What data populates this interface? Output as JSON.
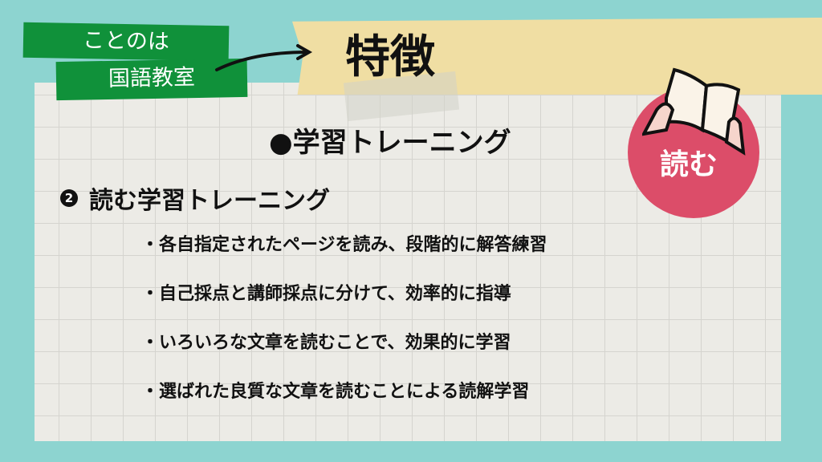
{
  "brand": {
    "line1": "ことのは",
    "line2": "国語教室"
  },
  "title": "特徴",
  "section_heading": "●学習トレーニング",
  "subsection": {
    "number": "2",
    "label": "読む学習トレーニング"
  },
  "bullets": [
    "・各自指定されたページを読み、段階的に解答練習",
    "・自己採点と講師採点に分けて、効率的に指導",
    "・いろいろな文章を読むことで、効果的に学習",
    "・選ばれた良質な文章を読むことによる読解学習"
  ],
  "badge": {
    "label": "読む",
    "color": "#dc4d69"
  }
}
